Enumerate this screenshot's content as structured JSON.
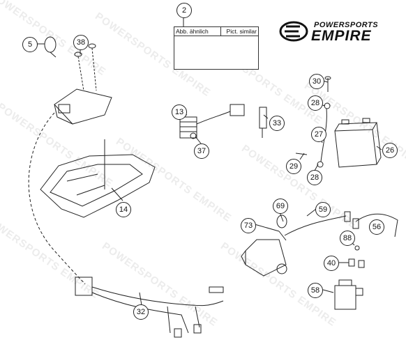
{
  "watermark": {
    "text": "POWERSPORTS EMPIRE"
  },
  "logo": {
    "top_text": "POWERSPORTS",
    "main_text": "EMPIRE"
  },
  "note_box": {
    "left_text": "Abb. ähnlich",
    "right_text": "Pict. similar"
  },
  "callouts": {
    "c2": "2",
    "c5": "5",
    "c38": "38",
    "c14": "14",
    "c32": "32",
    "c13": "13",
    "c37": "37",
    "c33": "33",
    "c30": "30",
    "c28a": "28",
    "c27": "27",
    "c29": "29",
    "c28b": "28",
    "c26": "26",
    "c69": "69",
    "c59": "59",
    "c73": "73",
    "c56": "56",
    "c88": "88",
    "c40": "40",
    "c58": "58"
  }
}
